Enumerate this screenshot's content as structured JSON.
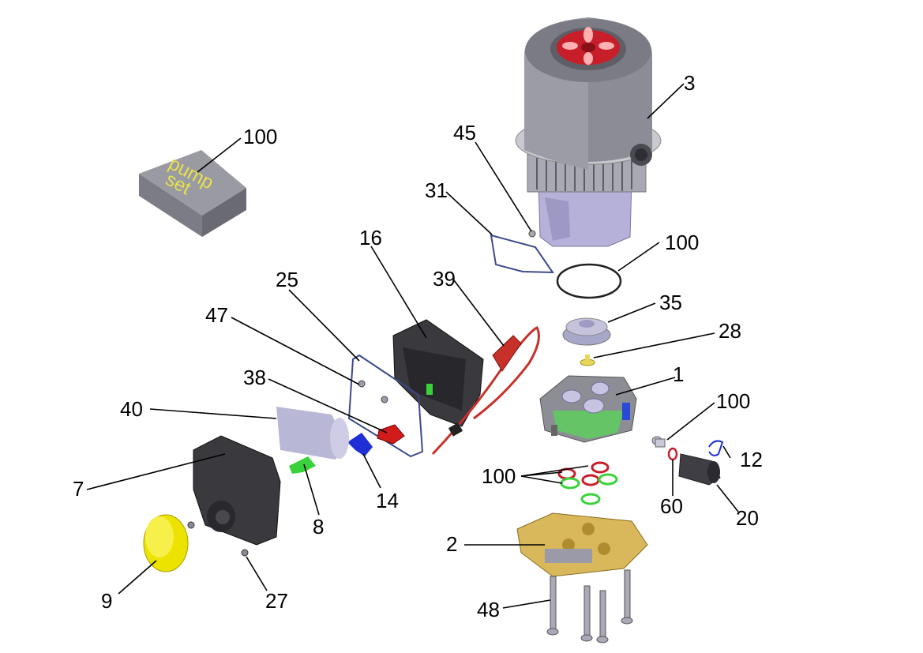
{
  "box": {
    "line1": "pump",
    "line2": "set"
  },
  "callouts": {
    "c1": "1",
    "c2": "2",
    "c3": "3",
    "c7": "7",
    "c8": "8",
    "c9": "9",
    "c12": "12",
    "c14": "14",
    "c16": "16",
    "c20": "20",
    "c25": "25",
    "c27": "27",
    "c28": "28",
    "c31": "31",
    "c35": "35",
    "c38": "38",
    "c39": "39",
    "c40": "40",
    "c45": "45",
    "c47": "47",
    "c48": "48",
    "c60": "60",
    "c100a": "100",
    "c100b": "100",
    "c100c": "100",
    "c100d": "100"
  },
  "colors": {
    "motor_gray": "#8a8b94",
    "fan_red": "#c81e2a",
    "housing_lilac": "#b4b0d6",
    "valve_yellow": "#e8d65a",
    "brass": "#d8b85a",
    "seal_green": "#3ad23a",
    "cable_red": "#c8302a",
    "switch_blue": "#1f2fd6",
    "cover_black": "#3a3a3e"
  }
}
